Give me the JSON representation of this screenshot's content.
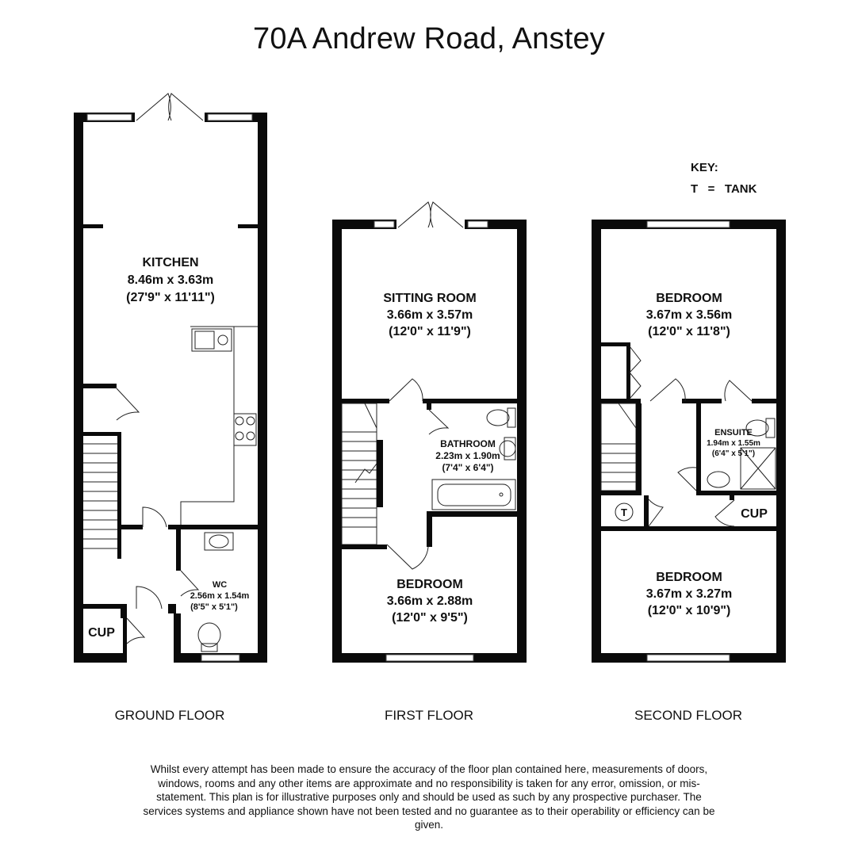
{
  "title": "70A Andrew Road, Anstey",
  "key": {
    "heading": "KEY:",
    "entry": "T   =   TANK",
    "tank_symbol": "T"
  },
  "floors": {
    "ground": {
      "label": "GROUND FLOOR",
      "kitchen": {
        "name": "KITCHEN",
        "metric": "8.46m x 3.63m",
        "imperial": "(27'9\" x 11'11\")"
      },
      "wc": {
        "name": "WC",
        "metric": "2.56m x 1.54m",
        "imperial": "(8'5\" x 5'1\")"
      },
      "cupboard": "CUP"
    },
    "first": {
      "label": "FIRST FLOOR",
      "sitting": {
        "name": "SITTING ROOM",
        "metric": "3.66m x 3.57m",
        "imperial": "(12'0\" x 11'9\")"
      },
      "bathroom": {
        "name": "BATHROOM",
        "metric": "2.23m x 1.90m",
        "imperial": "(7'4\" x 6'4\")"
      },
      "bedroom": {
        "name": "BEDROOM",
        "metric": "3.66m x 2.88m",
        "imperial": "(12'0\" x 9'5\")"
      }
    },
    "second": {
      "label": "SECOND FLOOR",
      "bedroom1": {
        "name": "BEDROOM",
        "metric": "3.67m x 3.56m",
        "imperial": "(12'0\" x 11'8\")"
      },
      "ensuite": {
        "name": "ENSUITE",
        "metric": "1.94m x 1.55m",
        "imperial": "(6'4\" x 5'1\")"
      },
      "cupboard": "CUP",
      "bedroom2": {
        "name": "BEDROOM",
        "metric": "3.67m x 3.27m",
        "imperial": "(12'0\" x 10'9\")"
      }
    }
  },
  "disclaimer": "Whilst every attempt has been made to ensure the accuracy of the floor plan contained here, measurements of doors, windows, rooms and any other items are approximate and no responsibility is taken for any error, omission, or mis-statement. This plan is for illustrative purposes only and should be used as such by any prospective purchaser. The services systems and appliance shown have not been tested and no guarantee as to their operability or efficiency can be given."
}
